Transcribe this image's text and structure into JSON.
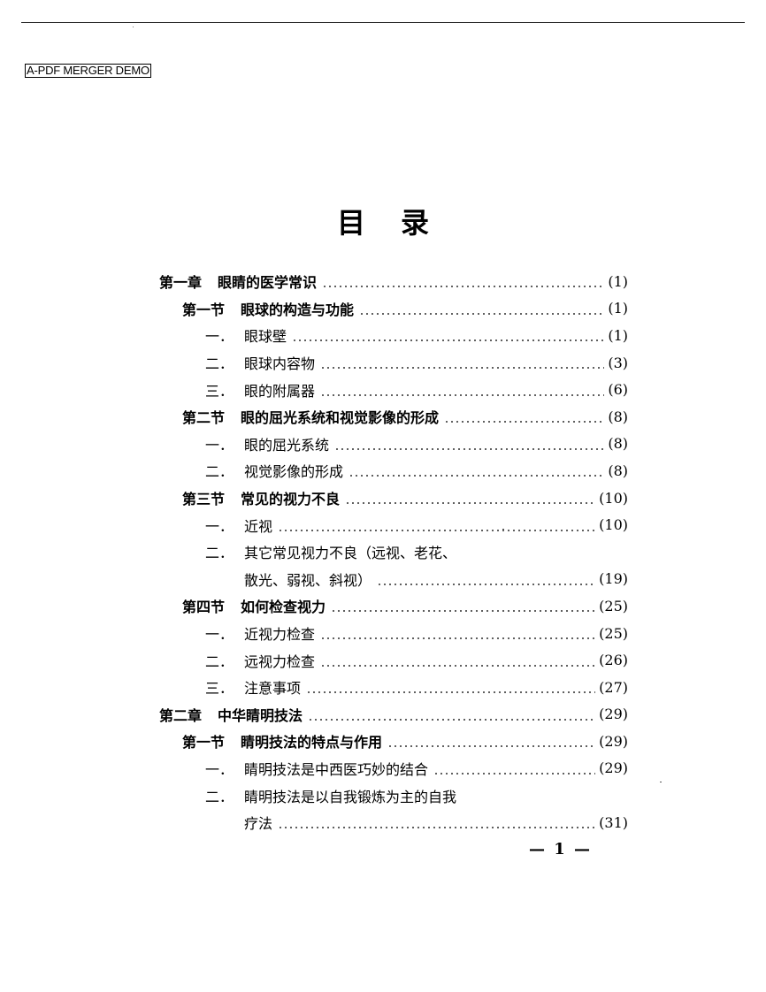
{
  "watermark": "A-PDF MERGER DEMO",
  "title": {
    "char1": "目",
    "char2": "录"
  },
  "toc": [
    {
      "num": "第一章",
      "text": "眼睛的医学常识",
      "page": "(1)"
    },
    {
      "num": "第一节",
      "text": "眼球的构造与功能",
      "page": "(1)"
    },
    {
      "num": "一．",
      "text": "眼球壁",
      "page": "(1)"
    },
    {
      "num": "二．",
      "text": "眼球内容物",
      "page": "(3)"
    },
    {
      "num": "三．",
      "text": "眼的附属器",
      "page": "(6)"
    },
    {
      "num": "第二节",
      "text": "眼的屈光系统和视觉影像的形成",
      "page": "(8)"
    },
    {
      "num": "一．",
      "text": "眼的屈光系统",
      "page": "(8)"
    },
    {
      "num": "二．",
      "text": "视觉影像的形成",
      "page": "(8)"
    },
    {
      "num": "第三节",
      "text": "常见的视力不良",
      "page": "(10)"
    },
    {
      "num": "一．",
      "text": "近视",
      "page": "(10)"
    },
    {
      "num": "二．",
      "text": "其它常见视力不良（远视、老花、",
      "page": ""
    },
    {
      "num": "",
      "text": "散光、弱视、斜视）",
      "page": "(19)"
    },
    {
      "num": "第四节",
      "text": "如何检查视力",
      "page": "(25)"
    },
    {
      "num": "一．",
      "text": "近视力检查",
      "page": "(25)"
    },
    {
      "num": "二．",
      "text": "远视力检查",
      "page": "(26)"
    },
    {
      "num": "三．",
      "text": "注意事项",
      "page": "(27)"
    },
    {
      "num": "第二章",
      "text": "中华睛明技法",
      "page": "(29)"
    },
    {
      "num": "第一节",
      "text": "睛明技法的特点与作用",
      "page": "(29)"
    },
    {
      "num": "一．",
      "text": "睛明技法是中西医巧妙的结合",
      "page": "(29)"
    },
    {
      "num": "二．",
      "text": "睛明技法是以自我锻炼为主的自我",
      "page": ""
    },
    {
      "num": "",
      "text": "疗法",
      "page": "(31)"
    }
  ],
  "footer": {
    "page_number": "— 1 —"
  }
}
